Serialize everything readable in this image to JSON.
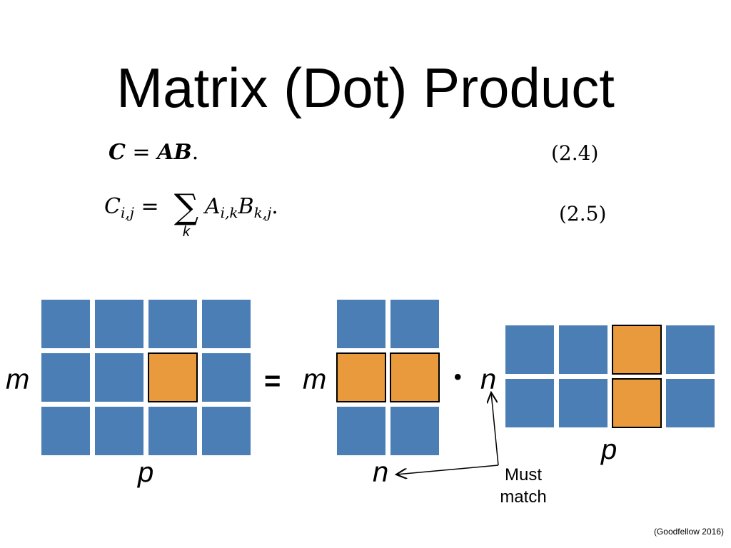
{
  "title": "Matrix (Dot) Product",
  "equations": {
    "eq1_lhs": "C",
    "eq1_eq": " = ",
    "eq1_rhs": "AB",
    "eq1_end": ".",
    "eq1_number": "(2.4)",
    "eq2_number": "(2.5)",
    "eq2_C": "C",
    "eq2_C_sub": "i,j",
    "eq2_eq": " = ",
    "eq2_sum": "∑",
    "eq2_sum_index": "k",
    "eq2_A": "A",
    "eq2_A_sub": "i,k",
    "eq2_B": "B",
    "eq2_B_sub": "k,j",
    "eq2_end": "."
  },
  "labels": {
    "c_rows": "m",
    "c_cols": "p",
    "equals": "=",
    "a_rows": "m",
    "a_cols": "n",
    "dot": "•",
    "b_rows": "n",
    "b_cols": "p"
  },
  "annotation": {
    "line1": "Must",
    "line2": "match"
  },
  "credit": "(Goodfellow 2016)",
  "colors": {
    "cell_blue": "#4a7eb4",
    "cell_orange": "#e89a3c",
    "highlight_border": "#000000"
  },
  "matrices": {
    "C": {
      "rows": 3,
      "cols": 4,
      "highlight": [
        [
          1,
          2
        ]
      ]
    },
    "A": {
      "rows": 3,
      "cols": 2,
      "highlight": [
        [
          1,
          0
        ],
        [
          1,
          1
        ]
      ]
    },
    "B": {
      "rows": 2,
      "cols": 4,
      "highlight": [
        [
          0,
          2
        ],
        [
          1,
          2
        ]
      ]
    }
  }
}
